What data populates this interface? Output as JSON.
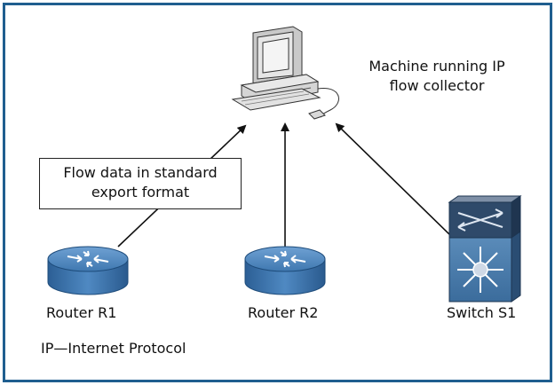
{
  "collector": {
    "label_line1": "Machine running IP",
    "label_line2": "flow collector",
    "icon": "computer-workstation-icon"
  },
  "callout": {
    "line1": "Flow data in standard",
    "line2": "export format"
  },
  "devices": [
    {
      "id": "r1",
      "label": "Router R1",
      "icon": "router-icon"
    },
    {
      "id": "r2",
      "label": "Router R2",
      "icon": "router-icon"
    },
    {
      "id": "s1",
      "label": "Switch S1",
      "icon": "multilayer-switch-icon"
    }
  ],
  "footnote": "IP—Internet Protocol",
  "colors": {
    "border": "#1f5e8f",
    "router_blue": "#3f78b0",
    "arrow": "#111111"
  }
}
